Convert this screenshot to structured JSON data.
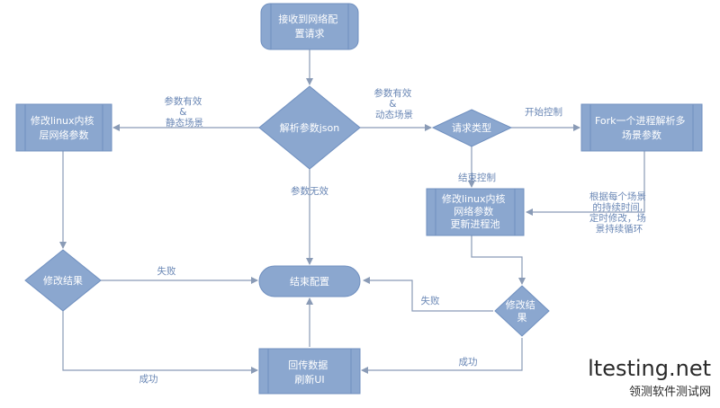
{
  "colors": {
    "node_fill": "#8ba7cf",
    "node_stroke": "#6f8fbf",
    "edge": "#8a9bb6",
    "edge_label": "#6a87b5"
  },
  "nodes": {
    "start": [
      "接收到网络配",
      "置请求"
    ],
    "parse": [
      "解析参数json"
    ],
    "modify_kernel": [
      "修改linux内核",
      "层网络参数"
    ],
    "request_type": [
      "请求类型"
    ],
    "fork": [
      "Fork一个进程解析多",
      "场景参数"
    ],
    "modify_update": [
      "修改linux内核",
      "网络参数",
      "更新进程池"
    ],
    "result_left": [
      "修改结果"
    ],
    "end": [
      "结束配置"
    ],
    "result_right": [
      "修改结",
      "果"
    ],
    "callback": [
      "回传数据",
      "刷新UI"
    ]
  },
  "edge_labels": {
    "valid_static": [
      "参数有效",
      "&",
      "静态场景"
    ],
    "valid_dynamic": [
      "参数有效",
      "&",
      "动态场景"
    ],
    "invalid": [
      "参数无效"
    ],
    "start_control": [
      "开始控制"
    ],
    "end_control": [
      "结束控制"
    ],
    "timing_note": [
      "根据每个场景",
      "的持续时间,",
      "定时修改，场",
      "景持续循环"
    ],
    "fail_left": [
      "失败"
    ],
    "fail_right": [
      "失败"
    ],
    "success_left": [
      "成功"
    ],
    "success_right": [
      "成功"
    ]
  },
  "watermark": {
    "site": "ltesting.net",
    "name": "领测软件测试网"
  }
}
